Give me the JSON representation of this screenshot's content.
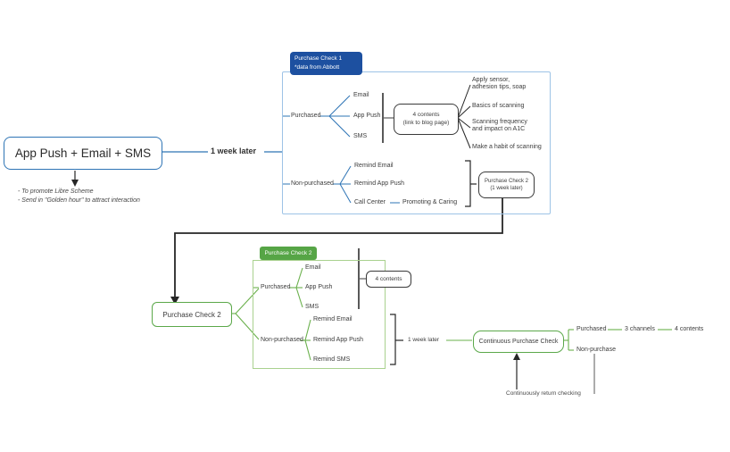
{
  "intro": {
    "campaign_label": "App Push + Email + SMS",
    "notes": [
      "- To promote Libre Scheme",
      "- Send in \"Golden hour\" to attract interaction"
    ],
    "delay_label": "1 week later"
  },
  "check1": {
    "tab": {
      "line1": "Purchase Check 1",
      "line2": "*data from Abbott"
    },
    "purchased": {
      "label": "Purchased",
      "channels": [
        "Email",
        "App Push",
        "SMS"
      ],
      "contents_box": {
        "line1": "4 contents",
        "line2": "(link to blog page)"
      },
      "contents": [
        "Apply sensor, adhesion tips, soap",
        "Basics of scanning",
        "Scanning frequency and impact on A1C",
        "Make a habit of scanning"
      ]
    },
    "non_purchased": {
      "label": "Non-purchased",
      "channels": [
        "Remind Email",
        "Remind App Push",
        "Call Center"
      ],
      "call_center_note": "Promoting & Caring",
      "next_step": {
        "line1": "Purchase Check 2",
        "line2": "(1 week later)"
      }
    }
  },
  "check2": {
    "entry_label": "Purchase Check 2",
    "tab": "Purchase Check 2",
    "purchased": {
      "label": "Purchased",
      "channels": [
        "Email",
        "App Push",
        "SMS"
      ],
      "contents_box": "4 contents"
    },
    "non_purchased": {
      "label": "Non-purchased",
      "channels": [
        "Remind Email",
        "Remind App Push",
        "Remind SMS"
      ]
    },
    "delay_label": "1 week later"
  },
  "continuous": {
    "box_label": "Continuous Purchase Check",
    "purchased": {
      "label": "Purchased",
      "channels_label": "3 channels",
      "contents_label": "4 contents"
    },
    "non_purchase_label": "Non-purchase",
    "loop_label": "Continuously return checking"
  },
  "colors": {
    "blue_line": "#2e74b5",
    "blue_tab_bg": "#1d50a0",
    "blue_panel_border": "#9dc3e6",
    "green_line": "#6ab04c",
    "green_tab_bg": "#56a546",
    "green_panel_border": "#a9d18e",
    "dark_line": "#262626",
    "bracket_gray": "#595959"
  }
}
